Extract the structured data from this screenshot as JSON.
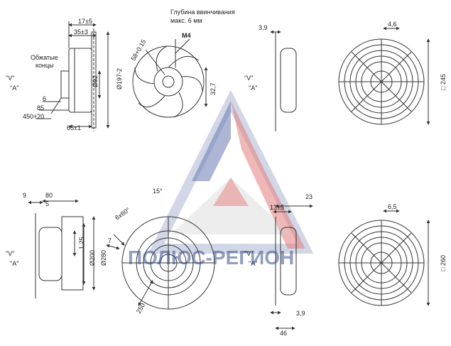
{
  "labels": {
    "depth_title": "Глубина ввинчивания",
    "depth_sub": "макс. 6 мм",
    "crimped_1": "Обжатые",
    "crimped_2": "концы",
    "v": "\"V\"",
    "a": "\"A\"",
    "watermark": "ПОЛЮС-РЕГИОН"
  },
  "dims": {
    "d17": "17±5",
    "d35": "35±3",
    "m4": "M4",
    "d58": "58+0.15",
    "d92": "Ø92",
    "d197": "Ø197-2",
    "d6": "6",
    "d85": "85",
    "d450": "450+20",
    "d65": "65±1",
    "d327": "32,7",
    "d39a": "3,9",
    "d46": "4,6",
    "d245": "□ 245",
    "d9": "9",
    "d80": "80",
    "d5": "5",
    "d125": "1,25",
    "d200": "Ø200",
    "d280": "Ø280",
    "d15": "15°",
    "d60": "6x60°",
    "d7": "7",
    "d250": "250",
    "d23": "23",
    "d13": "13±5",
    "d65b": "6,5",
    "d260": "□ 260",
    "d39b": "3,9",
    "d46b": "46"
  },
  "colors": {
    "line": "#333333",
    "watermark_red": "#d9534f",
    "watermark_blue": "#3b4f9a",
    "watermark_grey": "#9a9a9a"
  }
}
